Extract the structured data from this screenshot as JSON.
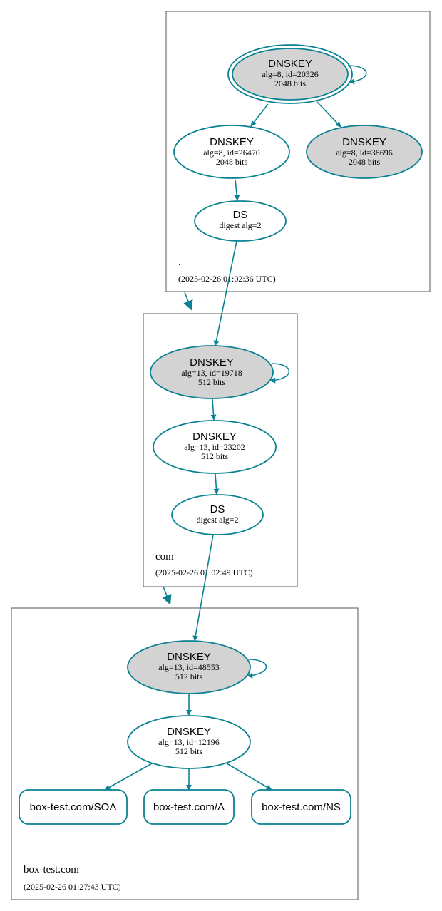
{
  "zones": {
    "root": {
      "name": ".",
      "timestamp": "(2025-02-26 01:02:36 UTC)"
    },
    "com": {
      "name": "com",
      "timestamp": "(2025-02-26 01:02:49 UTC)"
    },
    "box": {
      "name": "box-test.com",
      "timestamp": "(2025-02-26 01:27:43 UTC)"
    }
  },
  "nodes": {
    "root_ksk": {
      "type": "DNSKEY",
      "line1": "alg=8, id=20326",
      "line2": "2048 bits"
    },
    "root_zsk": {
      "type": "DNSKEY",
      "line1": "alg=8, id=26470",
      "line2": "2048 bits"
    },
    "root_key2": {
      "type": "DNSKEY",
      "line1": "alg=8, id=38696",
      "line2": "2048 bits"
    },
    "root_ds": {
      "type": "DS",
      "line1": "digest alg=2"
    },
    "com_ksk": {
      "type": "DNSKEY",
      "line1": "alg=13, id=19718",
      "line2": "512 bits"
    },
    "com_zsk": {
      "type": "DNSKEY",
      "line1": "alg=13, id=23202",
      "line2": "512 bits"
    },
    "com_ds": {
      "type": "DS",
      "line1": "digest alg=2"
    },
    "box_ksk": {
      "type": "DNSKEY",
      "line1": "alg=13, id=48553",
      "line2": "512 bits"
    },
    "box_zsk": {
      "type": "DNSKEY",
      "line1": "alg=13, id=12196",
      "line2": "512 bits"
    }
  },
  "records": {
    "soa": "box-test.com/SOA",
    "a": "box-test.com/A",
    "ns": "box-test.com/NS"
  },
  "colors": {
    "edge": "#0a8291",
    "shaded_fill": "#d3d3d3",
    "zone_border": "#555555"
  }
}
